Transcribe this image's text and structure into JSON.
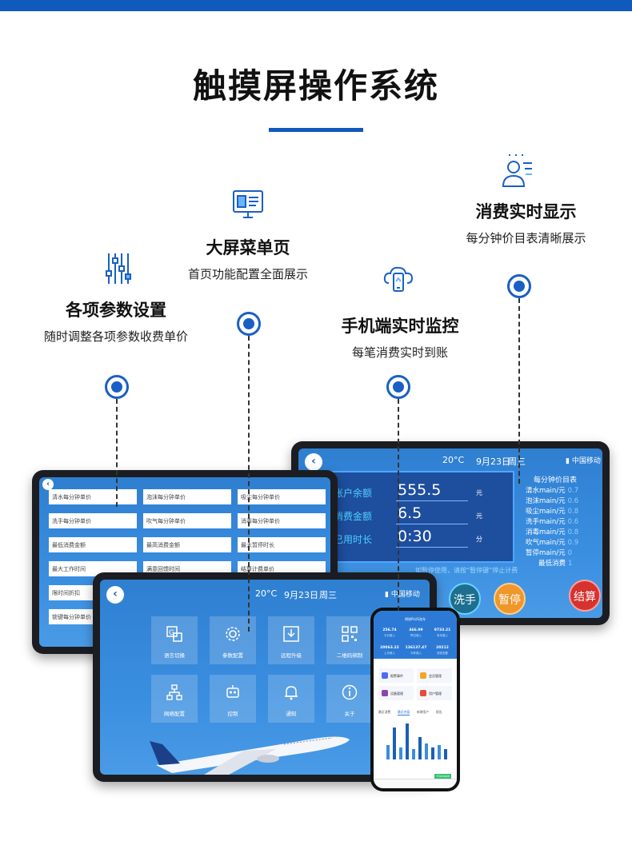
{
  "page": {
    "title": "触摸屏操作系统",
    "accent": "#1059bd"
  },
  "features": [
    {
      "title": "各项参数设置",
      "subtitle": "随时调整各项参数收费单价",
      "icon": "sliders-icon"
    },
    {
      "title": "大屏菜单页",
      "subtitle": "首页功能配置全面展示",
      "icon": "monitor-icon"
    },
    {
      "title": "手机端实时监控",
      "subtitle": "每笔消费实时到账",
      "icon": "phone-cloud-icon"
    },
    {
      "title": "消费实时显示",
      "subtitle": "每分钟价目表清晰展示",
      "icon": "user-list-icon"
    }
  ],
  "settings_tablet": {
    "fields": [
      "清水每分钟单价",
      "泡沫每分钟单价",
      "吸尘每分钟单价",
      "洗手每分钟单价",
      "吹气每分钟单价",
      "消毒每分钟单价",
      "最低消费金额",
      "最高消费金额",
      "最大暂停时长",
      "最大工作时间",
      "满意回馈时间",
      "结算计费单价",
      "限时间折扣",
      "",
      "",
      "锁键每分钟单价",
      "",
      ""
    ]
  },
  "consumption_tablet": {
    "status": {
      "temp": "20°C",
      "date": "9月23日",
      "weekday": "周三",
      "carrier": "中国移动"
    },
    "account": [
      {
        "label": "账户余额",
        "value": "555.5",
        "unit": "元"
      },
      {
        "label": "消费金额",
        "value": "6.5",
        "unit": "元"
      },
      {
        "label": "已用时长",
        "value": "0:30",
        "unit": "分"
      }
    ],
    "price_list_title": "每分钟价目表",
    "prices": [
      {
        "name": "清水main/元",
        "value": "0.7"
      },
      {
        "name": "泡沫main/元",
        "value": "0.6"
      },
      {
        "name": "吸尘main/元",
        "value": "0.8"
      },
      {
        "name": "洗手main/元",
        "value": "0.6"
      },
      {
        "name": "消毒main/元",
        "value": "0.8"
      },
      {
        "name": "吹气main/元",
        "value": "0.9"
      },
      {
        "name": "暂停main/元",
        "value": "0"
      },
      {
        "name": "最低消费",
        "value": "1"
      }
    ],
    "hint": "如暂停使用，请按“暂停键”停止计费",
    "buttons": {
      "wash": "洗手",
      "pause": "暂停",
      "settle": "结算"
    },
    "colors": {
      "wash": "#1d6f8f",
      "pause": "#f0962a",
      "settle": "#d6322e"
    }
  },
  "menu_tablet": {
    "status": {
      "temp": "20°C",
      "date": "9月23日",
      "weekday": "周三",
      "carrier": "中国移动"
    },
    "tiles": [
      {
        "label": "语言切换",
        "icon": "translate-icon"
      },
      {
        "label": "参数配置",
        "icon": "gear-icon"
      },
      {
        "label": "远程升级",
        "icon": "download-icon"
      },
      {
        "label": "二维码绑制",
        "icon": "qrcode-icon"
      },
      {
        "label": "网络配置",
        "icon": "network-icon"
      },
      {
        "label": "控制",
        "icon": "robot-icon"
      },
      {
        "label": "通知",
        "icon": "bell-icon"
      },
      {
        "label": "关于",
        "icon": "info-icon"
      }
    ]
  },
  "phone": {
    "header_title": "明锐PLUS洗车",
    "stats_top": [
      {
        "value": "256.74",
        "label": "今日收入"
      },
      {
        "value": "466.99",
        "label": "昨日收入"
      },
      {
        "value": "9733.21",
        "label": "本月收入"
      }
    ],
    "stats_bottom": [
      {
        "value": "20063.22",
        "label": "上月收入"
      },
      {
        "value": "136137.47",
        "label": "今年收入"
      },
      {
        "value": "20212",
        "label": "总收支数"
      }
    ],
    "cards": [
      {
        "label": "报警事件",
        "color": "#4a6cf7"
      },
      {
        "label": "会员管理",
        "color": "#f5a623"
      },
      {
        "label": "设备管理",
        "color": "#8e44ad"
      },
      {
        "label": "用户管理",
        "color": "#e74c3c"
      }
    ],
    "tabs": [
      "最近消费",
      "最近充值",
      "新增用户",
      "报告"
    ],
    "bars": [
      0.35,
      0.8,
      0.3,
      0.9,
      0.25,
      0.55,
      0.4,
      0.3,
      0.35,
      0.25
    ],
    "badge": "+Console"
  }
}
